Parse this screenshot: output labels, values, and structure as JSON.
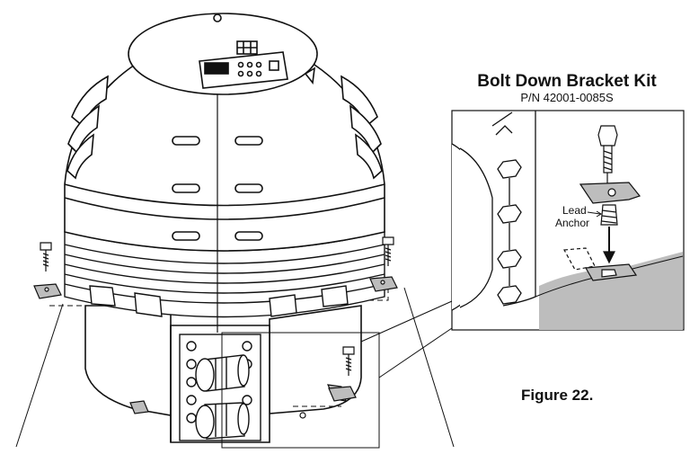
{
  "callout": {
    "title": "Bolt Down Bracket Kit",
    "part_number": "P/N 42001-0085S",
    "lead_anchor_line1": "Lead",
    "lead_anchor_line2": "Anchor"
  },
  "figure": {
    "caption": "Figure 22."
  }
}
